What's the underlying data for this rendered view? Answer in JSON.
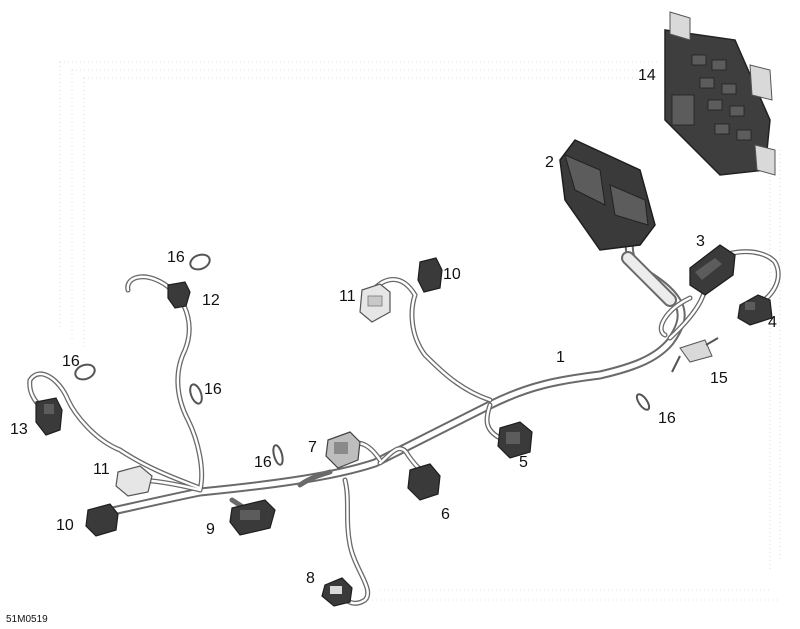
{
  "figure_id": "51M0519",
  "callouts": [
    {
      "id": "1",
      "label": "1"
    },
    {
      "id": "2",
      "label": "2"
    },
    {
      "id": "3",
      "label": "3"
    },
    {
      "id": "4",
      "label": "4"
    },
    {
      "id": "5",
      "label": "5"
    },
    {
      "id": "6",
      "label": "6"
    },
    {
      "id": "7",
      "label": "7"
    },
    {
      "id": "8",
      "label": "8"
    },
    {
      "id": "9",
      "label": "9"
    },
    {
      "id": "10a",
      "label": "10"
    },
    {
      "id": "10b",
      "label": "10"
    },
    {
      "id": "11a",
      "label": "11"
    },
    {
      "id": "11b",
      "label": "11"
    },
    {
      "id": "12",
      "label": "12"
    },
    {
      "id": "13",
      "label": "13"
    },
    {
      "id": "14",
      "label": "14"
    },
    {
      "id": "15",
      "label": "15"
    },
    {
      "id": "16a",
      "label": "16"
    },
    {
      "id": "16b",
      "label": "16"
    },
    {
      "id": "16c",
      "label": "16"
    },
    {
      "id": "16d",
      "label": "16"
    },
    {
      "id": "16e",
      "label": "16"
    }
  ],
  "colors": {
    "line": "#6a6a6a",
    "part_dark": "#3a3a3a",
    "part_mid": "#5c5c5c",
    "part_light": "#d9d9d9",
    "background": "#ffffff"
  }
}
